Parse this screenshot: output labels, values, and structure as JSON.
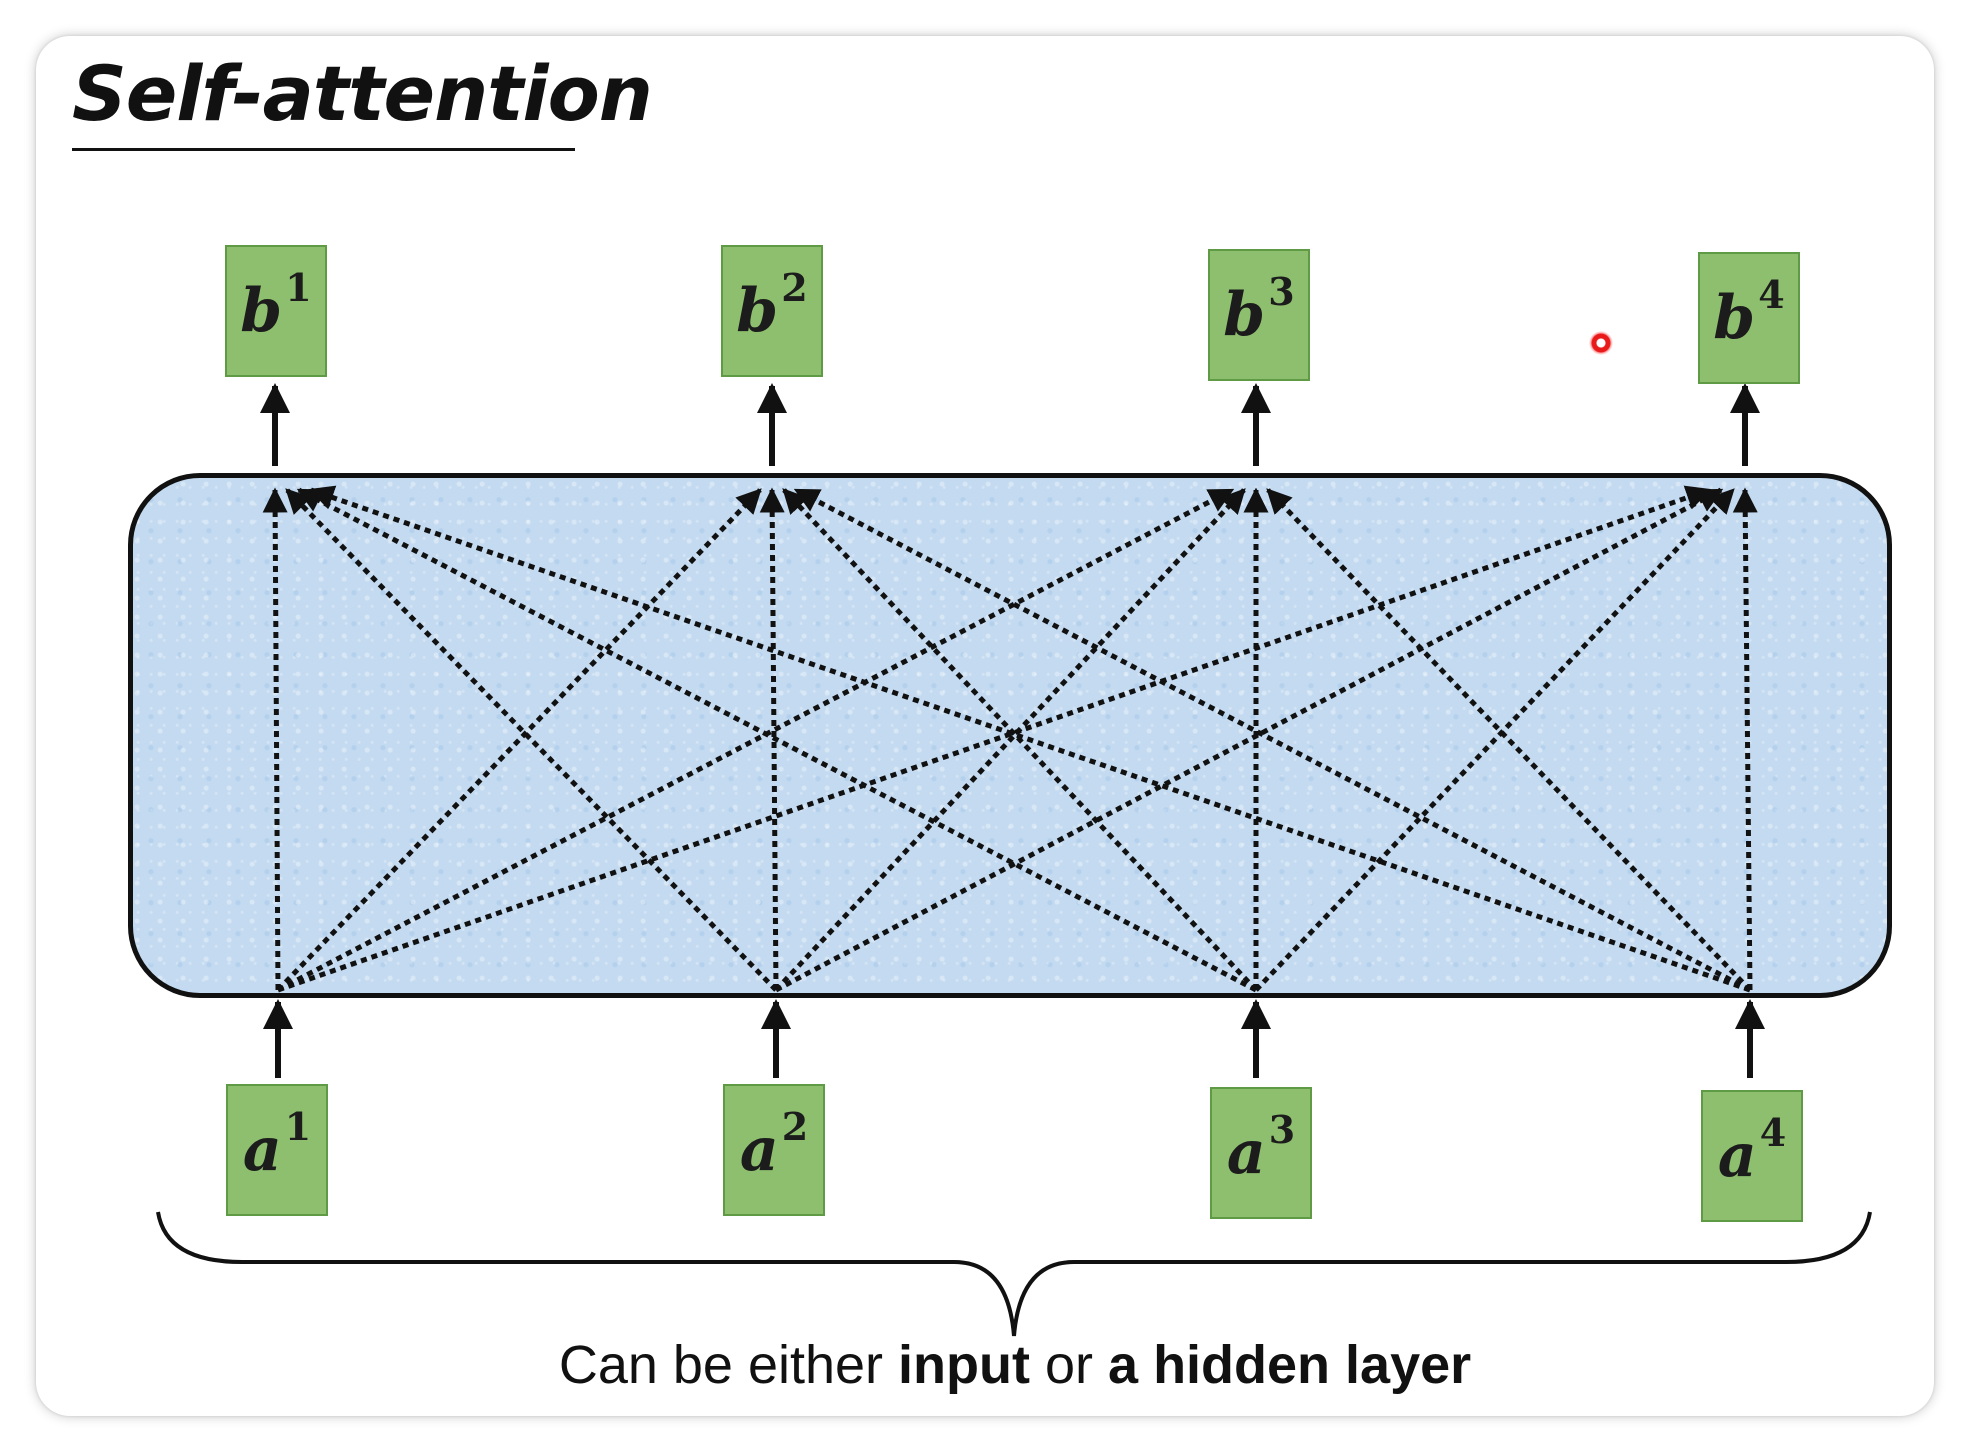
{
  "title": "Self-attention",
  "outputs": [
    {
      "letter": "b",
      "index": "1"
    },
    {
      "letter": "b",
      "index": "2"
    },
    {
      "letter": "b",
      "index": "3"
    },
    {
      "letter": "b",
      "index": "4"
    }
  ],
  "inputs": [
    {
      "letter": "a",
      "index": "1"
    },
    {
      "letter": "a",
      "index": "2"
    },
    {
      "letter": "a",
      "index": "3"
    },
    {
      "letter": "a",
      "index": "4"
    }
  ],
  "caption": {
    "part1": "Can be either ",
    "part2": "input",
    "part3": " or ",
    "part4": "a hidden layer"
  },
  "colors": {
    "vector_fill": "#8dbf6e",
    "vector_border": "#5f9a45",
    "layer_fill": "#c3daf0",
    "pointer": "#e81a1a"
  }
}
